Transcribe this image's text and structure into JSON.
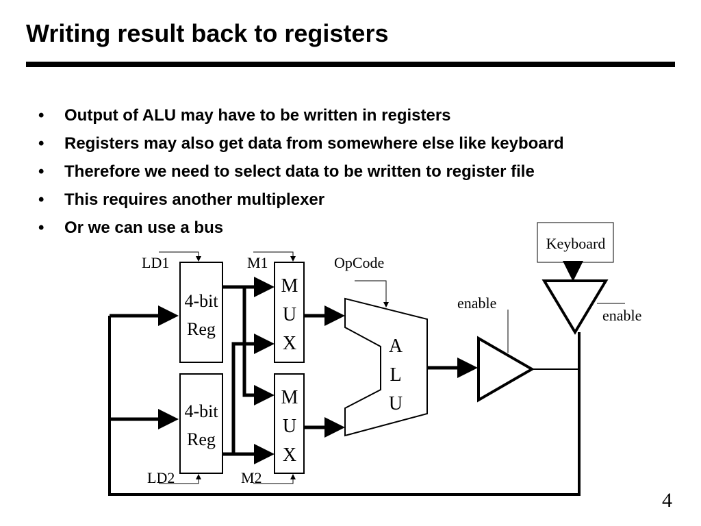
{
  "title": "Writing result back to registers",
  "bullets": [
    "Output of ALU may have to be written in registers",
    "Registers may also get data from somewhere else like keyboard",
    "Therefore we need to select data to be written to register file",
    "This requires another multiplexer",
    "Or we can use a bus"
  ],
  "bullet_symbol": "•",
  "diagram": {
    "register_top": {
      "label_line1": "4-bit",
      "label_line2": "Reg",
      "load_label": "LD1"
    },
    "register_bottom": {
      "label_line1": "4-bit",
      "label_line2": "Reg",
      "load_label": "LD2"
    },
    "mux_top": {
      "letters": [
        "M",
        "U",
        "X"
      ],
      "select_label": "M1"
    },
    "mux_bottom": {
      "letters": [
        "M",
        "U",
        "X"
      ],
      "select_label": "M2"
    },
    "alu": {
      "letters": [
        "A",
        "L",
        "U"
      ],
      "opcode_label": "OpCode"
    },
    "buffer_alu": {
      "enable_label": "enable"
    },
    "keyboard": {
      "label": "Keyboard",
      "enable_label": "enable"
    }
  },
  "page_number": "4"
}
